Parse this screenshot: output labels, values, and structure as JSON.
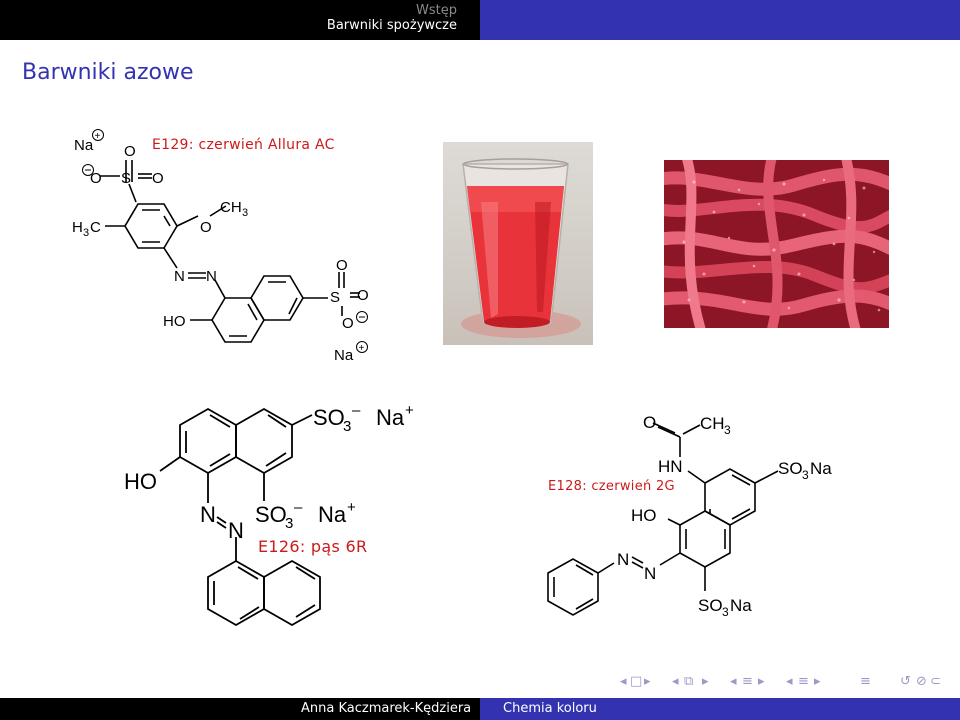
{
  "header": {
    "section_prev": "Wstęp",
    "section_current": "Barwniki spożywcze"
  },
  "slide": {
    "title": "Barwniki azowe"
  },
  "molecules": {
    "e129": {
      "label": "E129: czerwień Allura AC",
      "atoms": {
        "na_top": "Na",
        "o_top": "O",
        "o_neg": "O",
        "s1": "S",
        "o_right": "O",
        "o_methoxy": "O",
        "ch3": "CH",
        "ch3_sub": "3",
        "h3c_h": "H",
        "h3c_sub": "3",
        "h3c_c": "C",
        "n1": "N",
        "n2": "N",
        "ho": "HO",
        "s2_o_top": "O",
        "s2": "S",
        "s2_o_right": "O",
        "s2_o_neg": "O",
        "na_bottom": "Na"
      }
    },
    "e126": {
      "label": "E126: pąs 6R",
      "atoms": {
        "so3_top": "SO",
        "so3_top_sub": "3",
        "minus_top": "–",
        "na_top": "Na",
        "plus_top": "+",
        "ho": "HO",
        "n1": "N",
        "n2": "N",
        "so3_mid": "SO",
        "so3_mid_sub": "3",
        "minus_mid": "–",
        "na_mid": "Na",
        "plus_mid": "+"
      }
    },
    "e128": {
      "label": "E128: czerwień 2G",
      "atoms": {
        "o": "O",
        "ch3": "CH",
        "ch3_sub": "3",
        "hn": "HN",
        "so3na_top": "SO",
        "so3na_top_sub": "3",
        "so3na_top_na": "Na",
        "ho": "HO",
        "n1": "N",
        "n2": "N",
        "so3na_bottom": "SO",
        "so3na_bottom_sub": "3",
        "so3na_bottom_na": "Na"
      }
    }
  },
  "footer": {
    "author": "Anna Kaczmarek-Kędziera",
    "title": "Chemia koloru"
  },
  "navigation": {
    "symbols": [
      "◂",
      "□",
      "▸",
      "◂",
      "⧉",
      "▸",
      "◂",
      "≡",
      "▸",
      "◂",
      "≡",
      "▸",
      "≡",
      "↺",
      "⊘",
      "⊂"
    ]
  },
  "colors": {
    "beamer_blue": "#3333b2",
    "alert_red": "#cc1a1a",
    "header_black": "#000000"
  }
}
